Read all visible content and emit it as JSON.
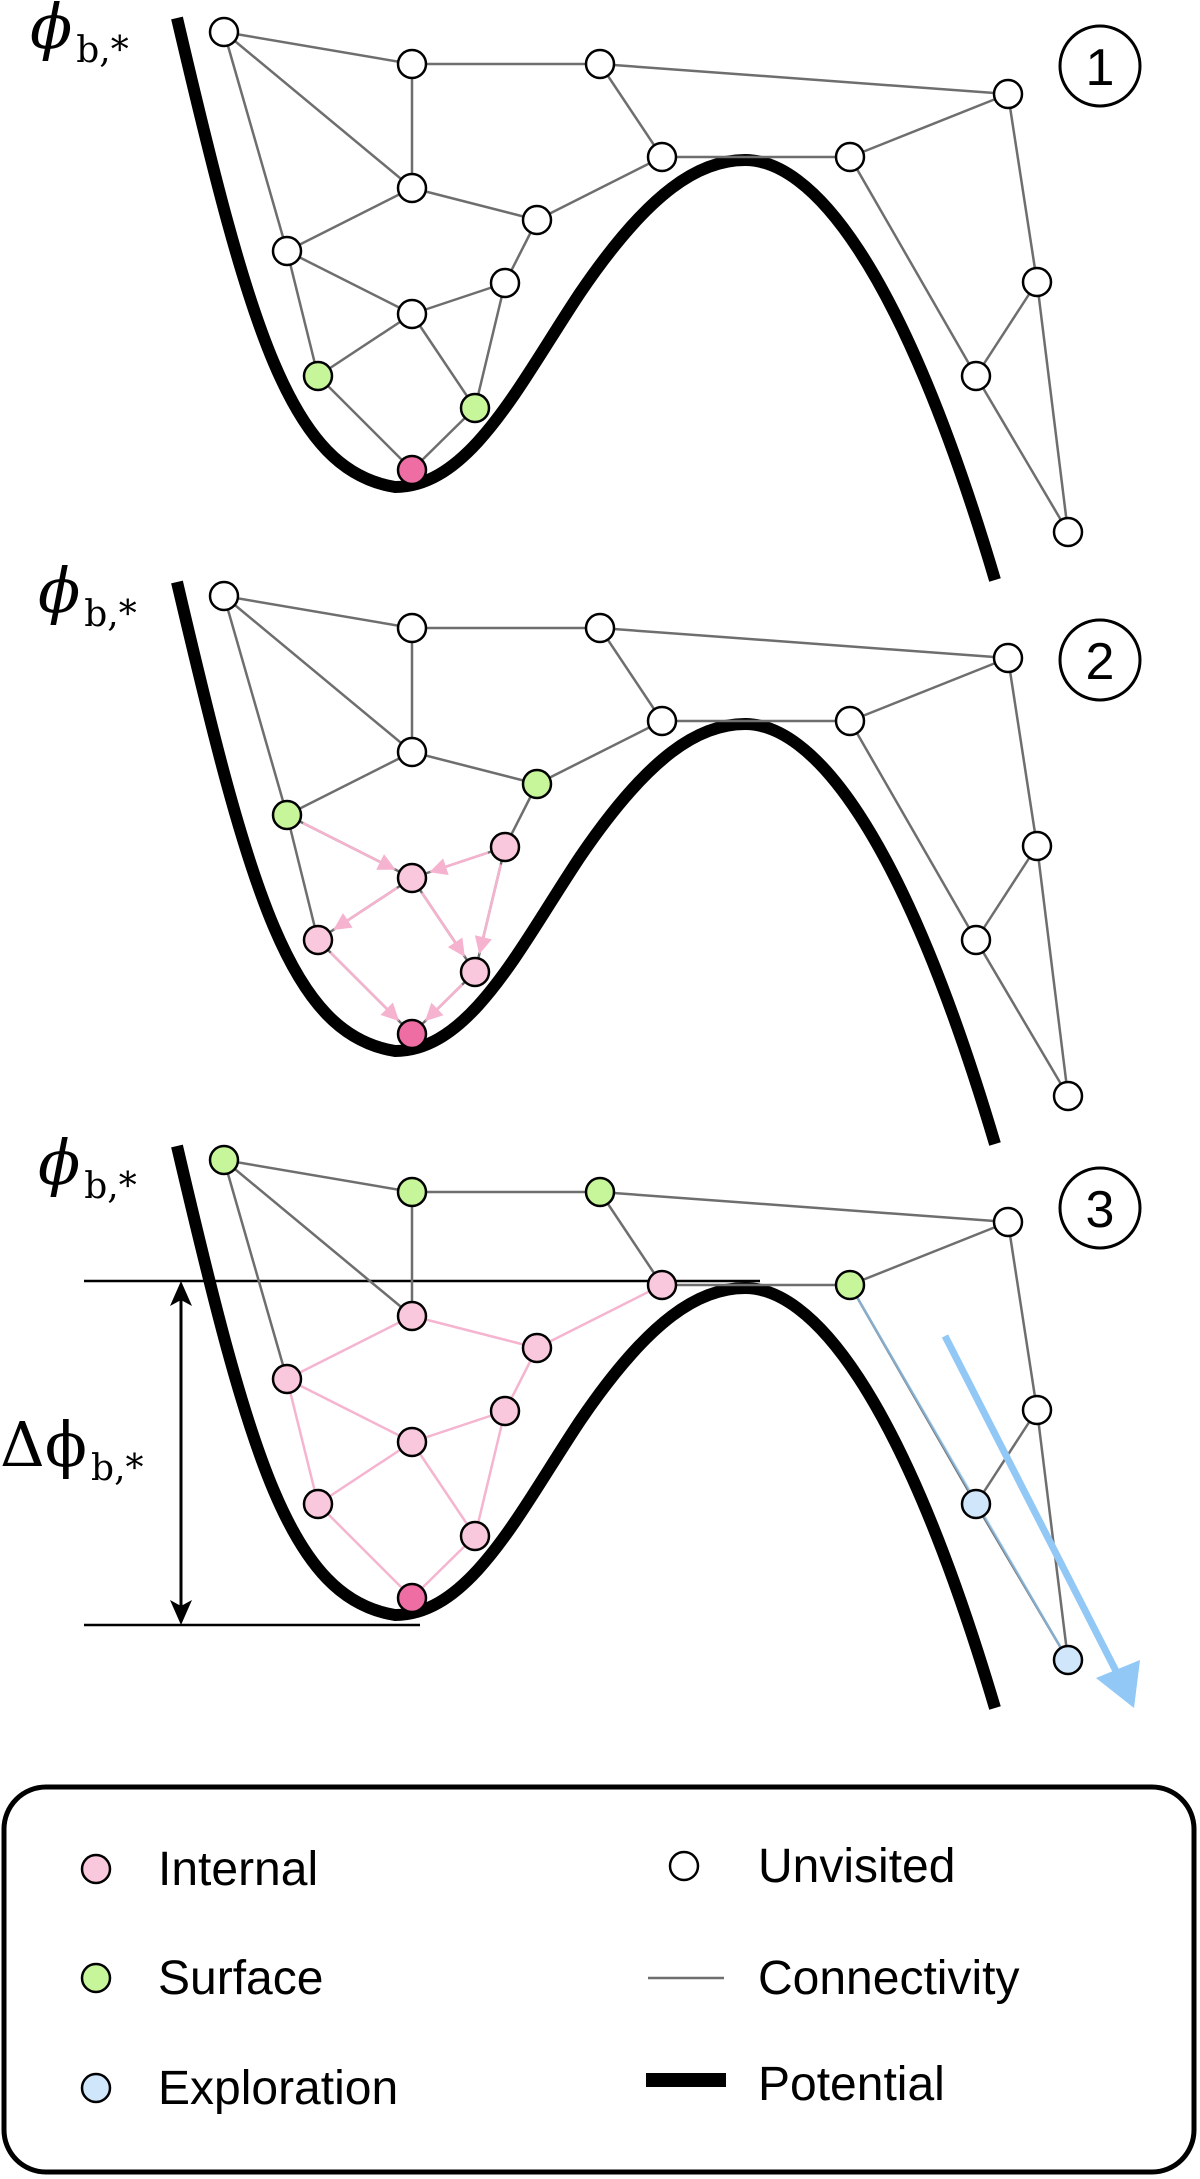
{
  "colors": {
    "internal": "#f9c8dc",
    "internal_minimum": "#ee6ea4",
    "surface": "#c6f59a",
    "exploration": "#cfe6fb",
    "unvisited": "#ffffff",
    "connectivity": "#6e6e6e",
    "potential": "#000000",
    "internal_edge": "#f5b4cf",
    "flow_arrow": "#f6b3cf",
    "exploration_arrow": "#92c8f5"
  },
  "panels": [
    {
      "number": "1",
      "phi_label": "ϕ",
      "phi_subscript": "b,*"
    },
    {
      "number": "2",
      "phi_label": "ϕ",
      "phi_subscript": "b,*"
    },
    {
      "number": "3",
      "phi_label": "ϕ",
      "phi_subscript": "b,*",
      "delta_label": "Δϕ",
      "delta_subscript": "b,*"
    }
  ],
  "legend": {
    "internal": "Internal",
    "surface": "Surface",
    "exploration": "Exploration",
    "unvisited": "Unvisited",
    "connectivity": "Connectivity",
    "potential": "Potential"
  }
}
